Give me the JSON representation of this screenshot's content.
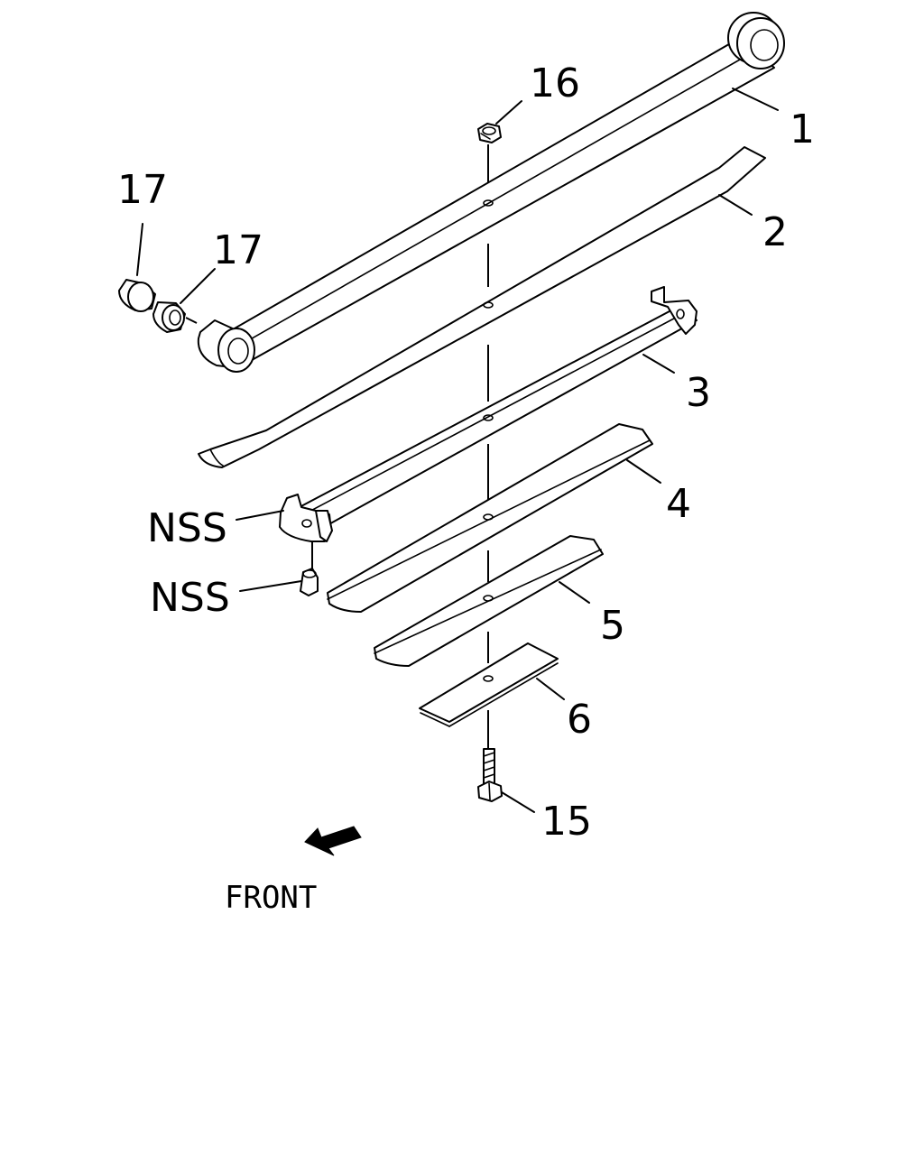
{
  "diagram": {
    "callouts": {
      "c1": "1",
      "c2": "2",
      "c3": "3",
      "c4": "4",
      "c5": "5",
      "c6": "6",
      "c15": "15",
      "c16": "16",
      "c17a": "17",
      "c17b": "17",
      "nss1": "NSS",
      "nss2": "NSS"
    },
    "front_label": "FRONT",
    "colors": {
      "line": "#000000",
      "background": "#ffffff"
    },
    "icons": {
      "front_arrow": "arrow-down-left-icon"
    }
  }
}
